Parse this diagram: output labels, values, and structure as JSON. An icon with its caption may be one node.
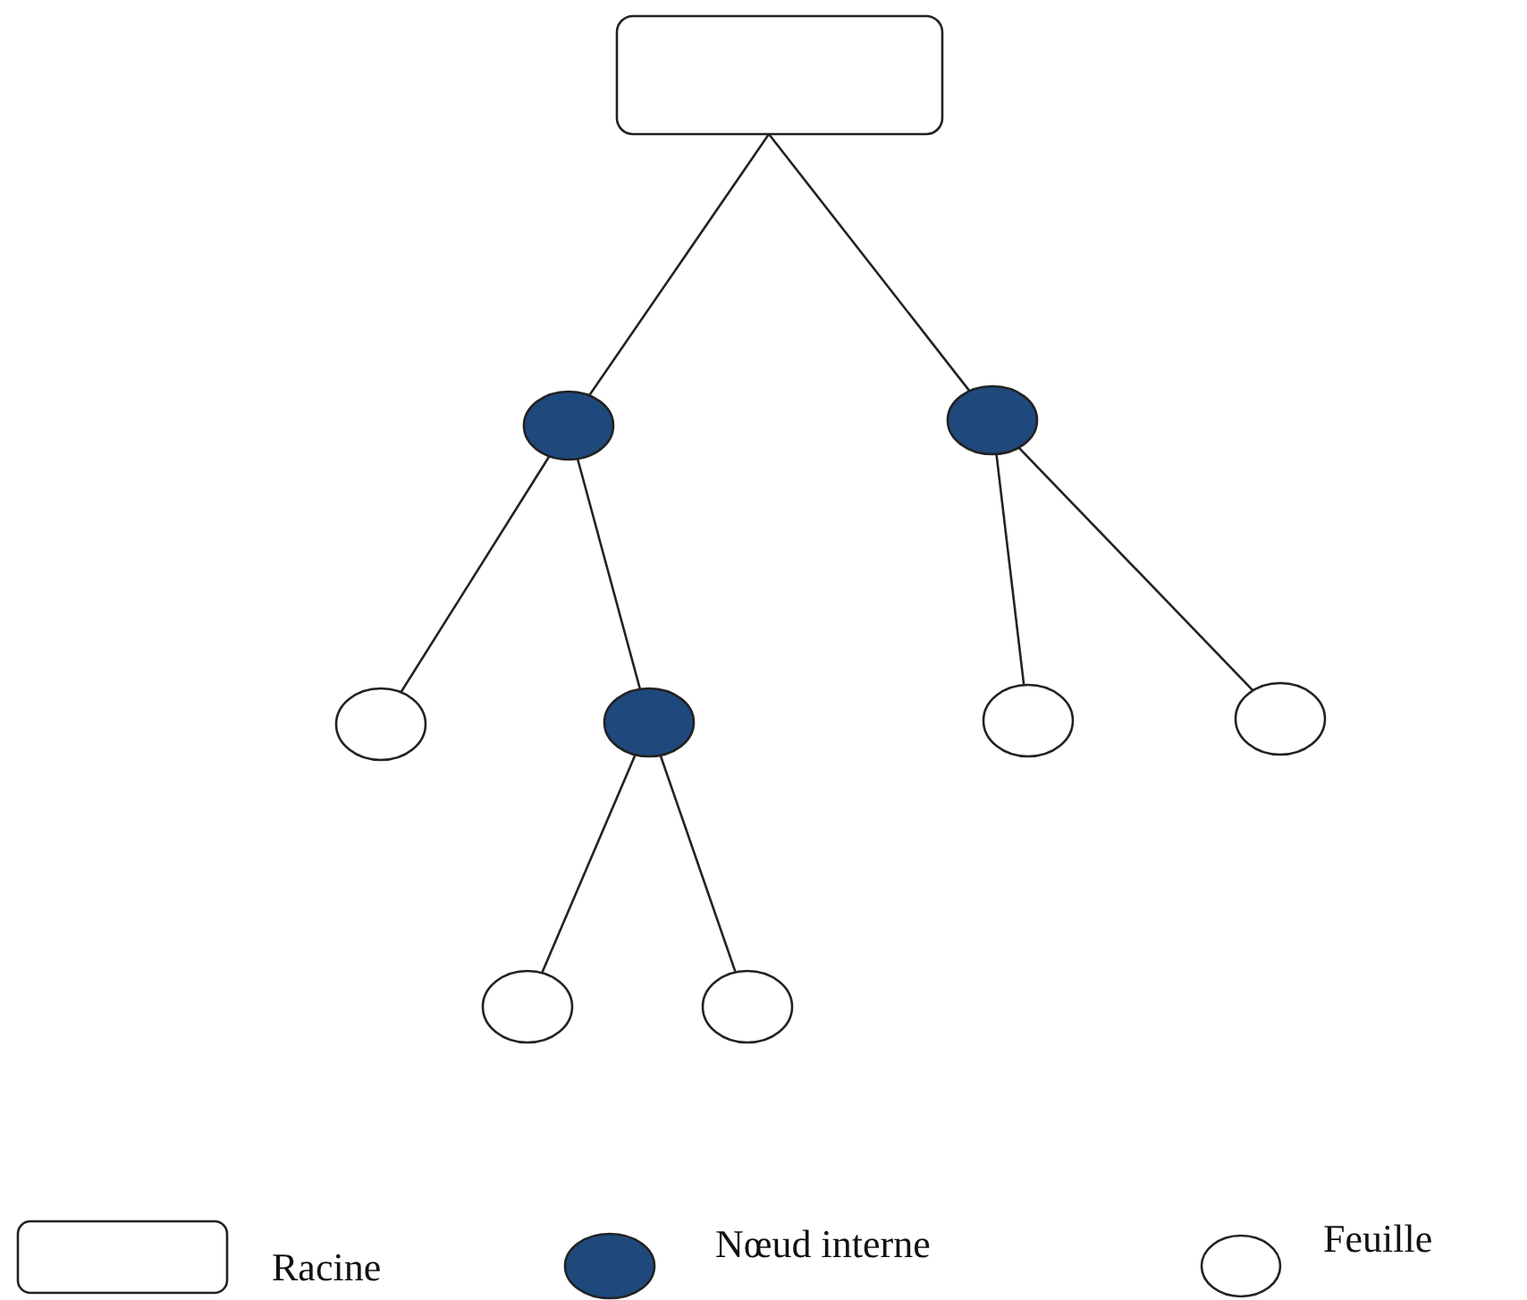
{
  "diagram": {
    "nodes": [
      {
        "text": [],
        "shape": "box"
      },
      {
        "text": [],
        "shape": "circle"
      },
      {
        "text": [],
        "shape": "circle"
      },
      {
        "text": [],
        "shape": "circle"
      },
      {
        "text": [],
        "shape": "circle"
      },
      {
        "text": [],
        "shape": "circle"
      },
      {
        "text": [],
        "shape": "circle"
      },
      {
        "text": [],
        "shape": "circle"
      },
      {
        "text": [],
        "shape": "circle"
      }
    ],
    "edges": [
      {
        "from": 0,
        "to": 1,
        "arrow": "none"
      },
      {
        "from": 0,
        "to": 2,
        "arrow": "none"
      },
      {
        "from": 1,
        "to": 3,
        "arrow": "none"
      },
      {
        "from": 1,
        "to": 4,
        "arrow": "none"
      },
      {
        "from": 2,
        "to": 5,
        "arrow": "none"
      },
      {
        "from": 2,
        "to": 6,
        "arrow": "none"
      },
      {
        "from": 4,
        "to": 7,
        "arrow": "none"
      },
      {
        "from": 4,
        "to": 8,
        "arrow": "none"
      }
    ],
    "legend": [
      {
        "text": "Racine"
      },
      {
        "text": "Nœud interne"
      },
      {
        "text": "Feuille"
      }
    ]
  }
}
